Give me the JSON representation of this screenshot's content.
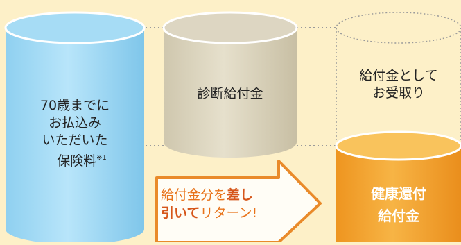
{
  "premiums": {
    "line1": "70歳までに",
    "line2": "お払込み",
    "line3": "いただいた",
    "line4": "保険料",
    "note_mark": "※1"
  },
  "diagnosis_benefit": "診断給付金",
  "received_as_benefit": {
    "line1": "給付金として",
    "line2": "お受取り"
  },
  "return_arrow": {
    "part1": "給付金分を",
    "part2": "差し",
    "part3": "引いて",
    "part4": "リターン!"
  },
  "health_return_benefit": {
    "line1": "健康還付",
    "line2": "給付金"
  },
  "colors": {
    "background": "#fdf0c8",
    "premium_cylinder": "#9dd6f2",
    "diagnosis_cylinder": "#d9d2bd",
    "health_cylinder": "#f2a02a",
    "arrow": "#e98a2a"
  }
}
